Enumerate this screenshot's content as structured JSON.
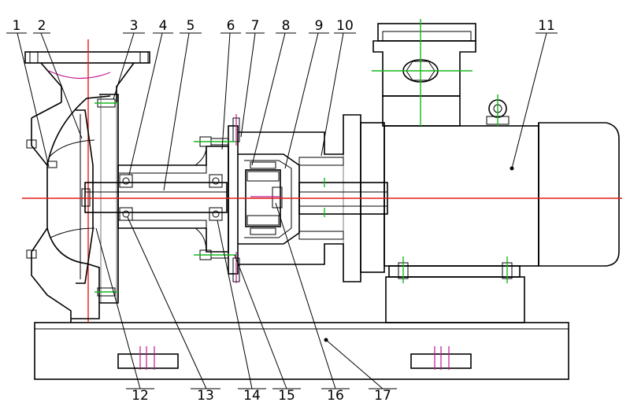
{
  "callouts_top": [
    "1",
    "2",
    "3",
    "4",
    "5",
    "6",
    "7",
    "8",
    "9",
    "10",
    "11"
  ],
  "callouts_bottom": [
    "12",
    "13",
    "14",
    "15",
    "16",
    "17"
  ],
  "colors": {
    "outline": "#000000",
    "centerline": "#e0201a",
    "motor_axis": "#16b81c",
    "bolt": "#c2188f",
    "bearing": "#e8635a",
    "bushing": "#e8d33a"
  }
}
